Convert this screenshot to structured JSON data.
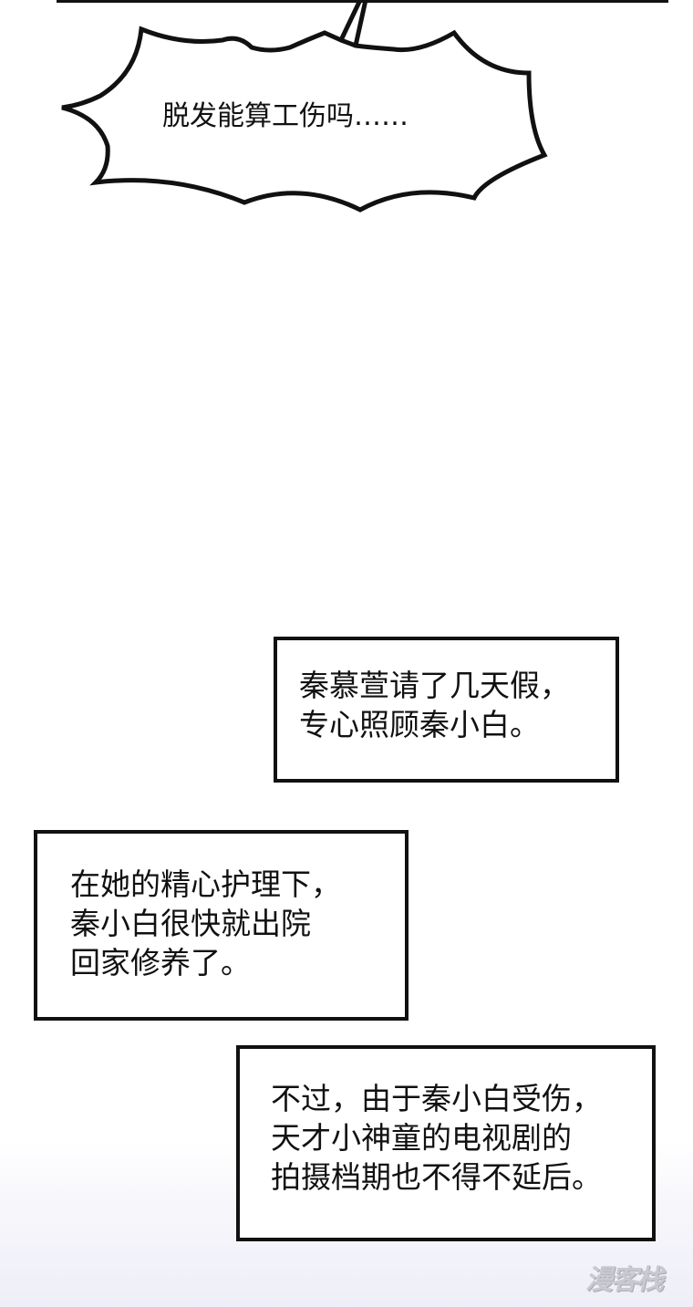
{
  "panel": {
    "speech_bubble": {
      "text": "脱发能算工伤吗……"
    },
    "captions": [
      {
        "lines": "秦慕萱请了几天假，\n专心照顾秦小白。"
      },
      {
        "lines": "在她的精心护理下，\n秦小白很快就出院\n回家修养了。"
      },
      {
        "lines": "不过，由于秦小白受伤，\n天才小神童的电视剧的\n拍摄档期也不得不延后。"
      }
    ]
  },
  "watermark": {
    "text": "漫客栈"
  },
  "colors": {
    "ink": "#111111",
    "background": "#ffffff",
    "bottom_tint": "#eeeef8",
    "watermark": "#c9c9cf"
  }
}
